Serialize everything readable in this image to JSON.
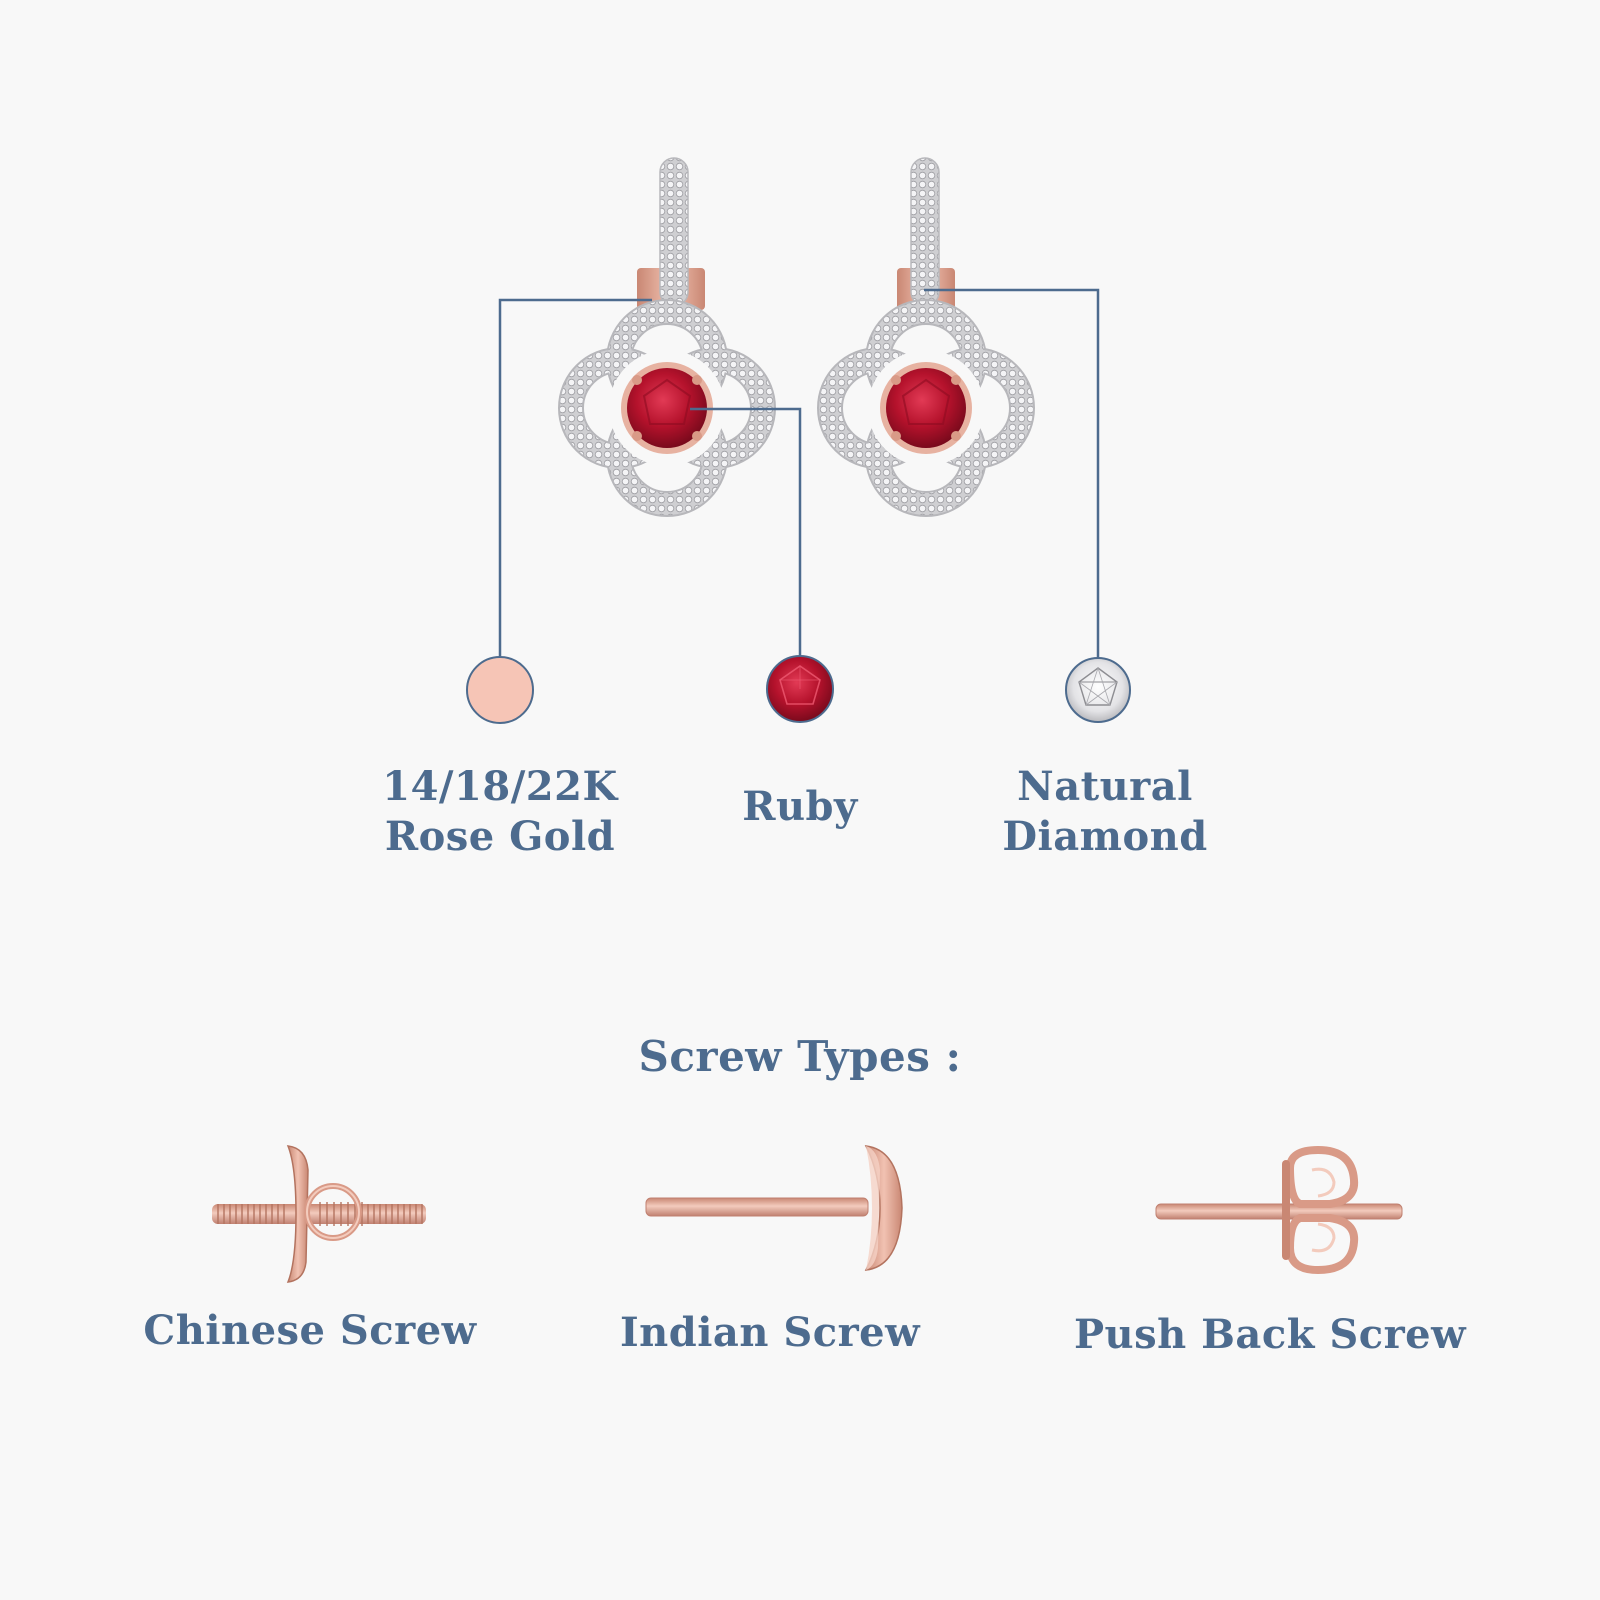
{
  "colors": {
    "background": "#f8f8f8",
    "text": "#4d6b8e",
    "connector_line": "#4d6b8e",
    "rose_gold": "#f6c5b6",
    "rose_gold_metal": "#d99a87",
    "ruby": "#b5122c",
    "diamond": "#e9e9ec"
  },
  "materials": [
    {
      "icon": "rose-gold-swatch-icon",
      "lines": [
        "14/18/22K",
        "Rose Gold"
      ]
    },
    {
      "icon": "ruby-gem-icon",
      "lines": [
        "Ruby"
      ]
    },
    {
      "icon": "diamond-gem-icon",
      "lines": [
        "Natural",
        "Diamond"
      ]
    }
  ],
  "screw_types": {
    "title": "Screw Types :",
    "items": [
      {
        "icon": "chinese-screw-icon",
        "label": "Chinese Screw"
      },
      {
        "icon": "indian-screw-icon",
        "label": "Indian Screw"
      },
      {
        "icon": "push-back-screw-icon",
        "label": "Push Back Screw"
      }
    ]
  }
}
